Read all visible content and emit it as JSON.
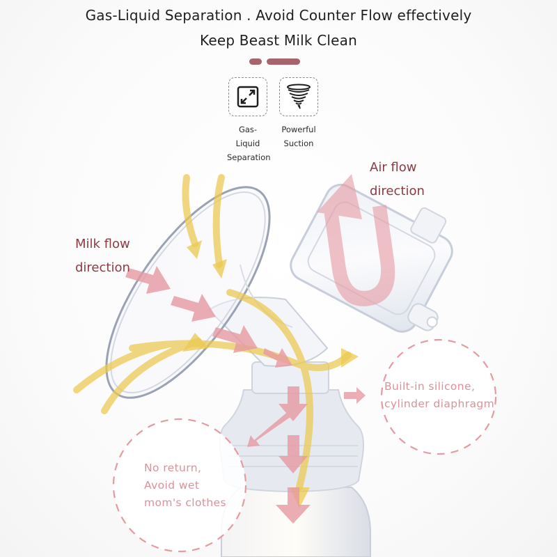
{
  "header": {
    "headline": "Gas-Liquid Separation . Avoid Counter Flow effectively",
    "subheadline": "Keep Beast Milk Clean",
    "accent_color": "#a8646b"
  },
  "features": [
    {
      "icon": "expand-arrows-icon",
      "label_line1": "Gas-Liquid",
      "label_line2": "Separation"
    },
    {
      "icon": "tornado-icon",
      "label_line1": "Powerful",
      "label_line2": "Suction"
    }
  ],
  "annotations": {
    "air_flow": {
      "line1": "Air flow",
      "line2": "direction",
      "color": "#8e3a44"
    },
    "milk_flow": {
      "line1": "Milk flow",
      "line2": "direction",
      "color": "#8e3a44"
    },
    "diaphragm": {
      "line1": "Built-in silicone,",
      "line2": "cylinder diaphragm",
      "color": "#d8939a"
    },
    "no_return": {
      "line1": "No return,",
      "line2": "Avoid wet",
      "line3": "mom's clothes",
      "color": "#d8939a"
    }
  },
  "colors": {
    "pink_arrow": "#e79aa3",
    "yellow_arrow": "#ecc94f",
    "dashed_circle": "#e59aa2",
    "text_dark": "#1f1f1f"
  }
}
